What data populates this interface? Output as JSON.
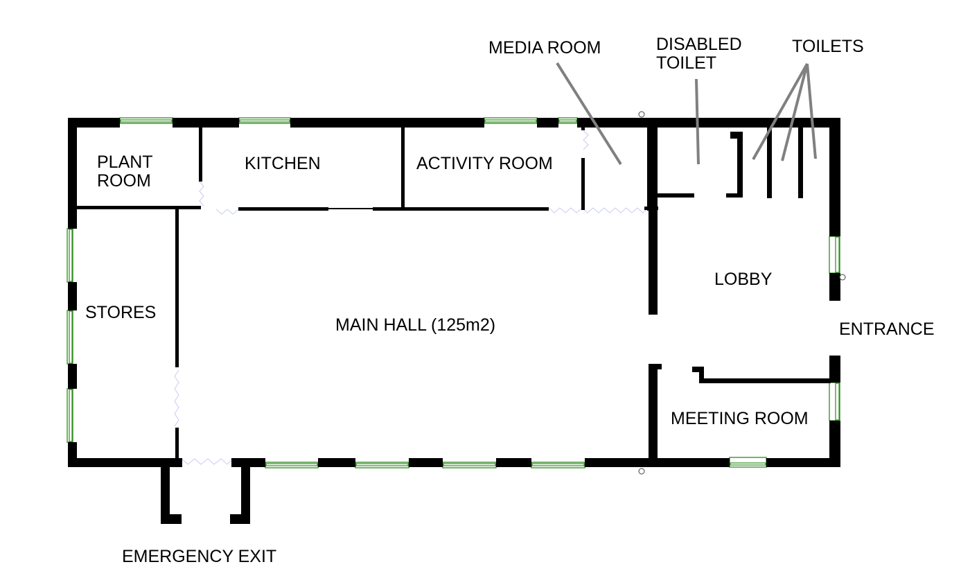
{
  "plan": {
    "type": "floor-plan",
    "rooms": [
      {
        "id": "plant-room",
        "lines": [
          "PLANT",
          "ROOM"
        ]
      },
      {
        "id": "kitchen",
        "lines": [
          "KITCHEN"
        ]
      },
      {
        "id": "activity-room",
        "lines": [
          "ACTIVITY ROOM"
        ]
      },
      {
        "id": "stores",
        "lines": [
          "STORES"
        ]
      },
      {
        "id": "main-hall",
        "lines": [
          "MAIN HALL (125m2)"
        ]
      },
      {
        "id": "lobby",
        "lines": [
          "LOBBY"
        ]
      },
      {
        "id": "meeting-room",
        "lines": [
          "MEETING ROOM"
        ]
      }
    ],
    "callouts": [
      {
        "id": "media-room",
        "lines": [
          "MEDIA ROOM"
        ]
      },
      {
        "id": "disabled-toilet",
        "lines": [
          "DISABLED",
          "TOILET"
        ]
      },
      {
        "id": "toilets",
        "lines": [
          "TOILETS"
        ]
      }
    ],
    "openings": [
      {
        "id": "entrance",
        "label": "ENTRANCE"
      },
      {
        "id": "emergency-exit",
        "label": "EMERGENCY EXIT"
      }
    ]
  },
  "colors": {
    "wall": "#000000",
    "window": "#2e8b1e",
    "leader": "#808080",
    "background": "#ffffff"
  }
}
